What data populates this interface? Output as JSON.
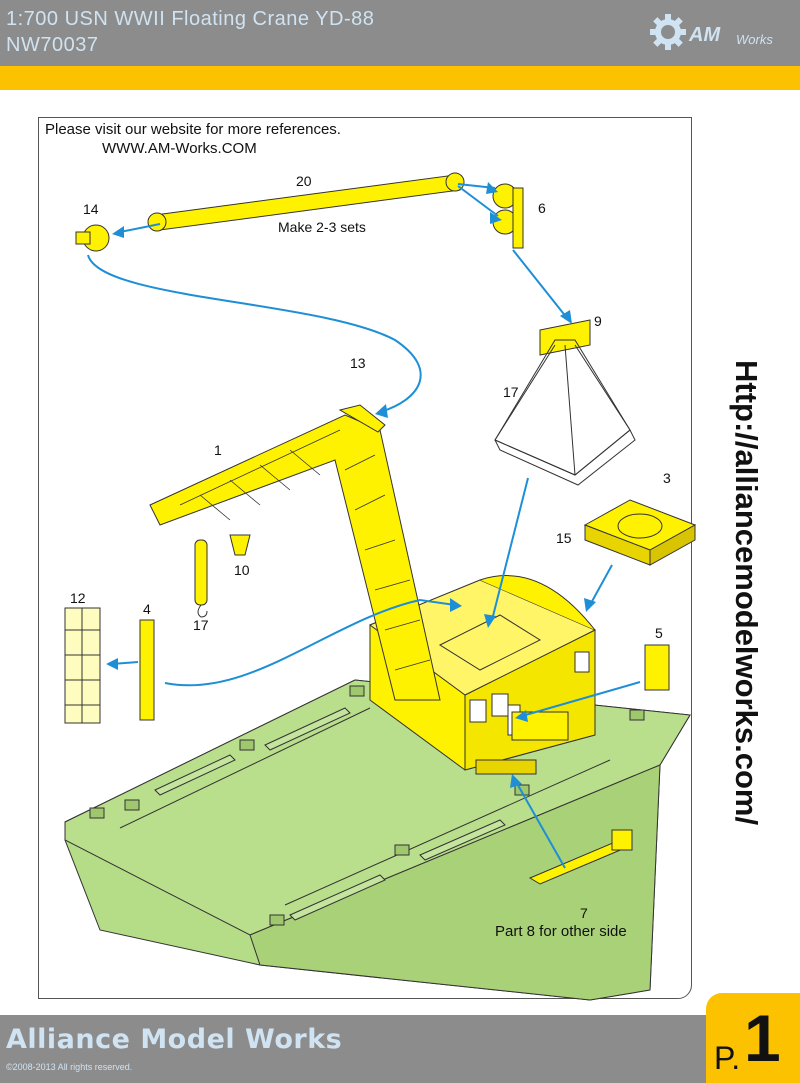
{
  "header": {
    "title": "1:700 USN WWII Floating Crane YD-88",
    "code": "NW70037",
    "logo_text": "AM",
    "logo_sub": "Works"
  },
  "notes": {
    "line1": "Please visit our website for more references.",
    "line2": "WWW.AM-Works.COM"
  },
  "side_url": "Http://alliancemodelworks.com/",
  "parts": {
    "p20": "20",
    "p14": "14",
    "p6": "6",
    "make_sets": "Make 2-3 sets",
    "p9": "9",
    "p13": "13",
    "p17a": "17",
    "p1": "1",
    "p3": "3",
    "p15": "15",
    "p10": "10",
    "p17b": "17",
    "p12": "12",
    "p4": "4",
    "p5": "5",
    "p7": "7",
    "part8_note": "Part 8 for other side"
  },
  "footer": {
    "brand": "Alliance Model Works",
    "copyright": "2008-2013 All rights reserved.",
    "page_prefix": "P.",
    "page_number": "1"
  },
  "colors": {
    "header_gray": "#8c8c8c",
    "accent_yellow": "#fcc200",
    "part_yellow": "#fff200",
    "barge_green": "#b5dc86",
    "arrow_blue": "#1e8fd6",
    "text_light": "#cfe3f2"
  }
}
